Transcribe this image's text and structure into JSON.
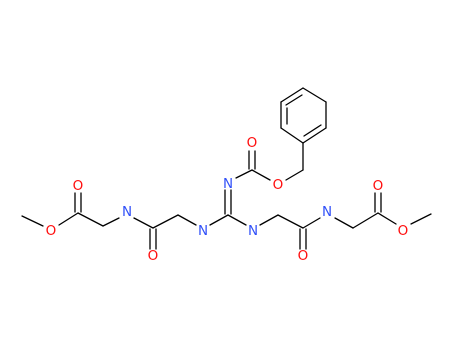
{
  "colors": {
    "background": "#ffffff",
    "bond": "#000000",
    "O": "#ff0d0d",
    "N": "#3050f8"
  },
  "atoms": {
    "o_ester_left_carbonyl": "O",
    "o_ester_left_ether": "O",
    "n_amide_left": "N",
    "o_amide_left": "O",
    "n_gly_left": "N",
    "n_imine": "N",
    "n_gly_right": "N",
    "o_carbamate_carbonyl": "O",
    "o_carbamate_ether": "O",
    "o_amide_right": "O",
    "n_amide_right": "N",
    "o_ester_right_carbonyl": "O",
    "o_ester_right_ether": "O"
  }
}
